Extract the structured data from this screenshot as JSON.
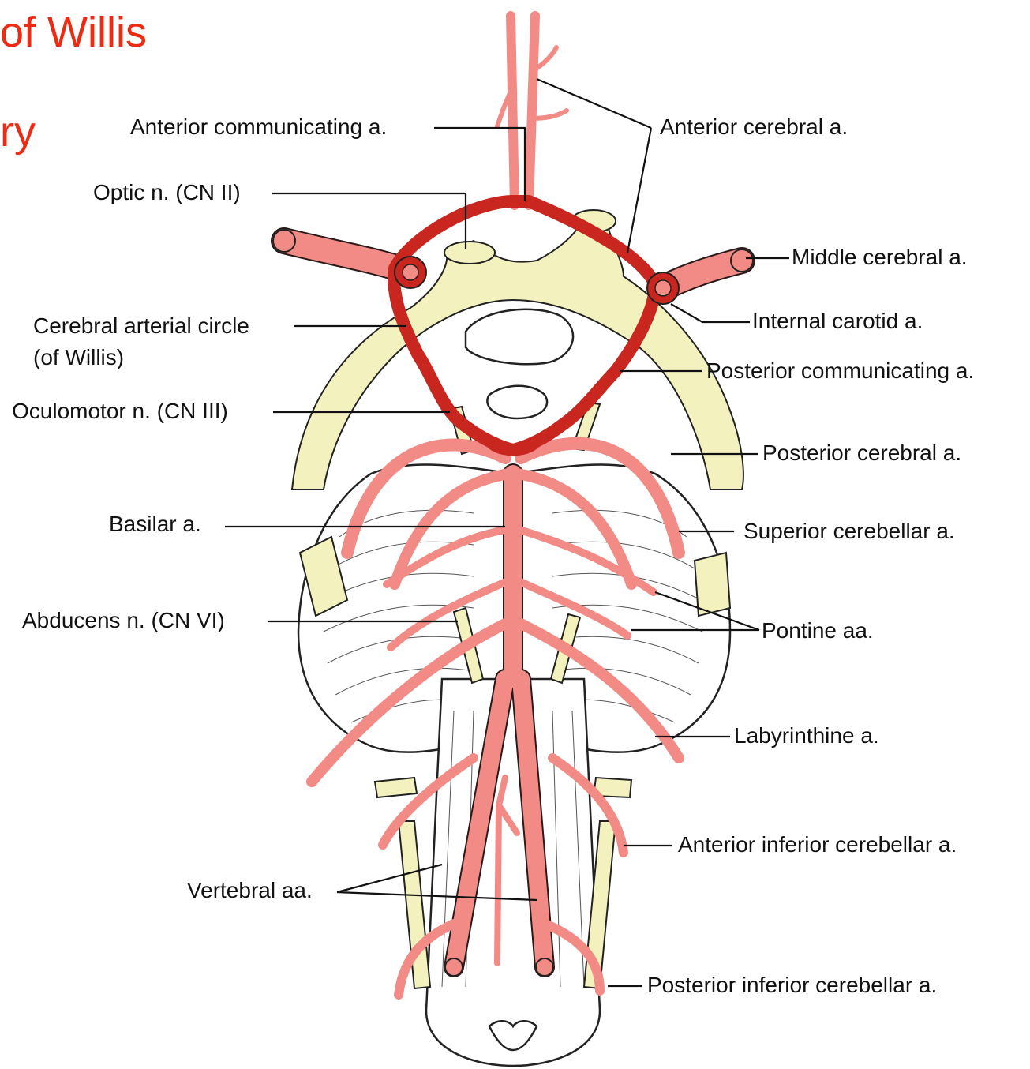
{
  "heading": {
    "line1": "of Willis",
    "line2": "ry"
  },
  "labels": {
    "anterior_communicating": "Anterior communicating a.",
    "anterior_cerebral": "Anterior cerebral a.",
    "optic_nerve": "Optic n. (CN II)",
    "middle_cerebral": "Middle cerebral a.",
    "internal_carotid": "Internal carotid a.",
    "circle_line1": "Cerebral arterial circle",
    "circle_line2": "(of Willis)",
    "posterior_communicating": "Posterior communicating a.",
    "oculomotor_nerve": "Oculomotor n. (CN III)",
    "posterior_cerebral": "Posterior cerebral a.",
    "basilar": "Basilar a.",
    "superior_cerebellar": "Superior cerebellar a.",
    "abducens_nerve": "Abducens n. (CN VI)",
    "pontine": "Pontine aa.",
    "labyrinthine": "Labyrinthine a.",
    "anterior_inferior_cerebellar": "Anterior inferior cerebellar a.",
    "vertebral": "Vertebral aa.",
    "posterior_inferior_cerebellar": "Posterior inferior cerebellar a."
  },
  "colors": {
    "heading": "#ee2b12",
    "artery": "#f28b86",
    "circle_of_willis": "#c8261e",
    "nerve": "#f3f2be"
  }
}
